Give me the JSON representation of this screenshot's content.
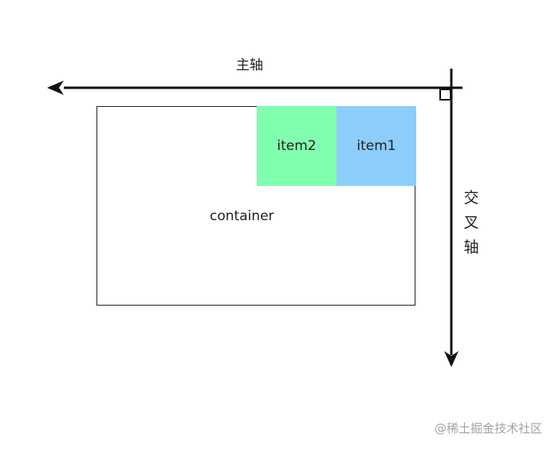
{
  "labels": {
    "main_axis": "主轴",
    "cross_axis": [
      "交",
      "叉",
      "轴"
    ],
    "container": "container",
    "item1": "item1",
    "item2": "item2"
  },
  "watermark": "@稀土掘金技术社区",
  "colors": {
    "item1_fill": "#8ccdfb",
    "item2_fill": "#80ffaf",
    "stroke": "#111111"
  },
  "icons": {
    "main_axis_arrow": "left-arrow-icon",
    "cross_axis_arrow": "down-arrow-icon",
    "origin_marker": "right-angle-marker-icon"
  }
}
